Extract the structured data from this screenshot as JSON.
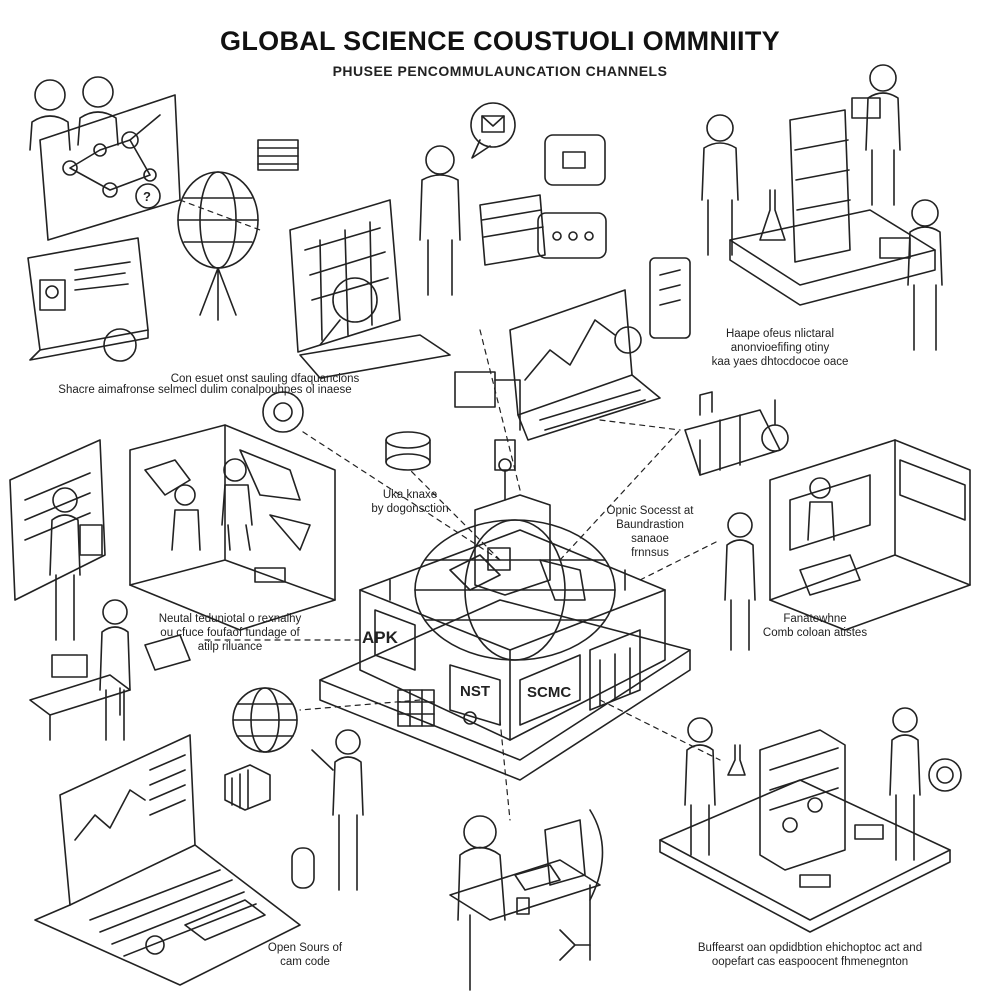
{
  "header": {
    "title": "GLOBAL SCIENCE COUSTUOLI OMMNIITY",
    "subtitle": "PHUSEE PENCOMMULAUNCATION CHANNELS"
  },
  "captions": {
    "left_mid": "Con esuet onst sauling dfaquancions",
    "left_mid_2": "Shacre aimafronse selmecl dulim conalpouhpes ol inaese",
    "right_upper": "Haape ofeus nlictaral\nanonvioefifing otiny\nkaa yaes dhtocdocoe oace",
    "center_left": "Uka knaxe\nby dogonsction",
    "center_right": "Opnic Socesst at\nBaundrastion\nsanaoe\nfrnnsus",
    "left_lower": "Neutal teduniotal o rexnalhy\nou cfuce foufaof fundage of\natilp riluance",
    "right_mid": "Fanatewhne\nComb coloan atistes",
    "bottom_left": "Open Sours of\ncam code",
    "bottom_right": "Buffearst oan opdidbtion ehichoptoc act and\noopefart cas easpoocent fhmenegnton"
  },
  "building_signs": {
    "left": "APK",
    "front_left": "NST",
    "front_right": "SCMC"
  },
  "icons": [
    "globe-hub",
    "world-map",
    "laptop",
    "chat-bubble",
    "envelope",
    "flag",
    "server-rack",
    "laboratory-flask",
    "microscope",
    "data-chart",
    "scientist-figure"
  ],
  "colors": {
    "ink": "#222222",
    "paper": "#ffffff"
  }
}
